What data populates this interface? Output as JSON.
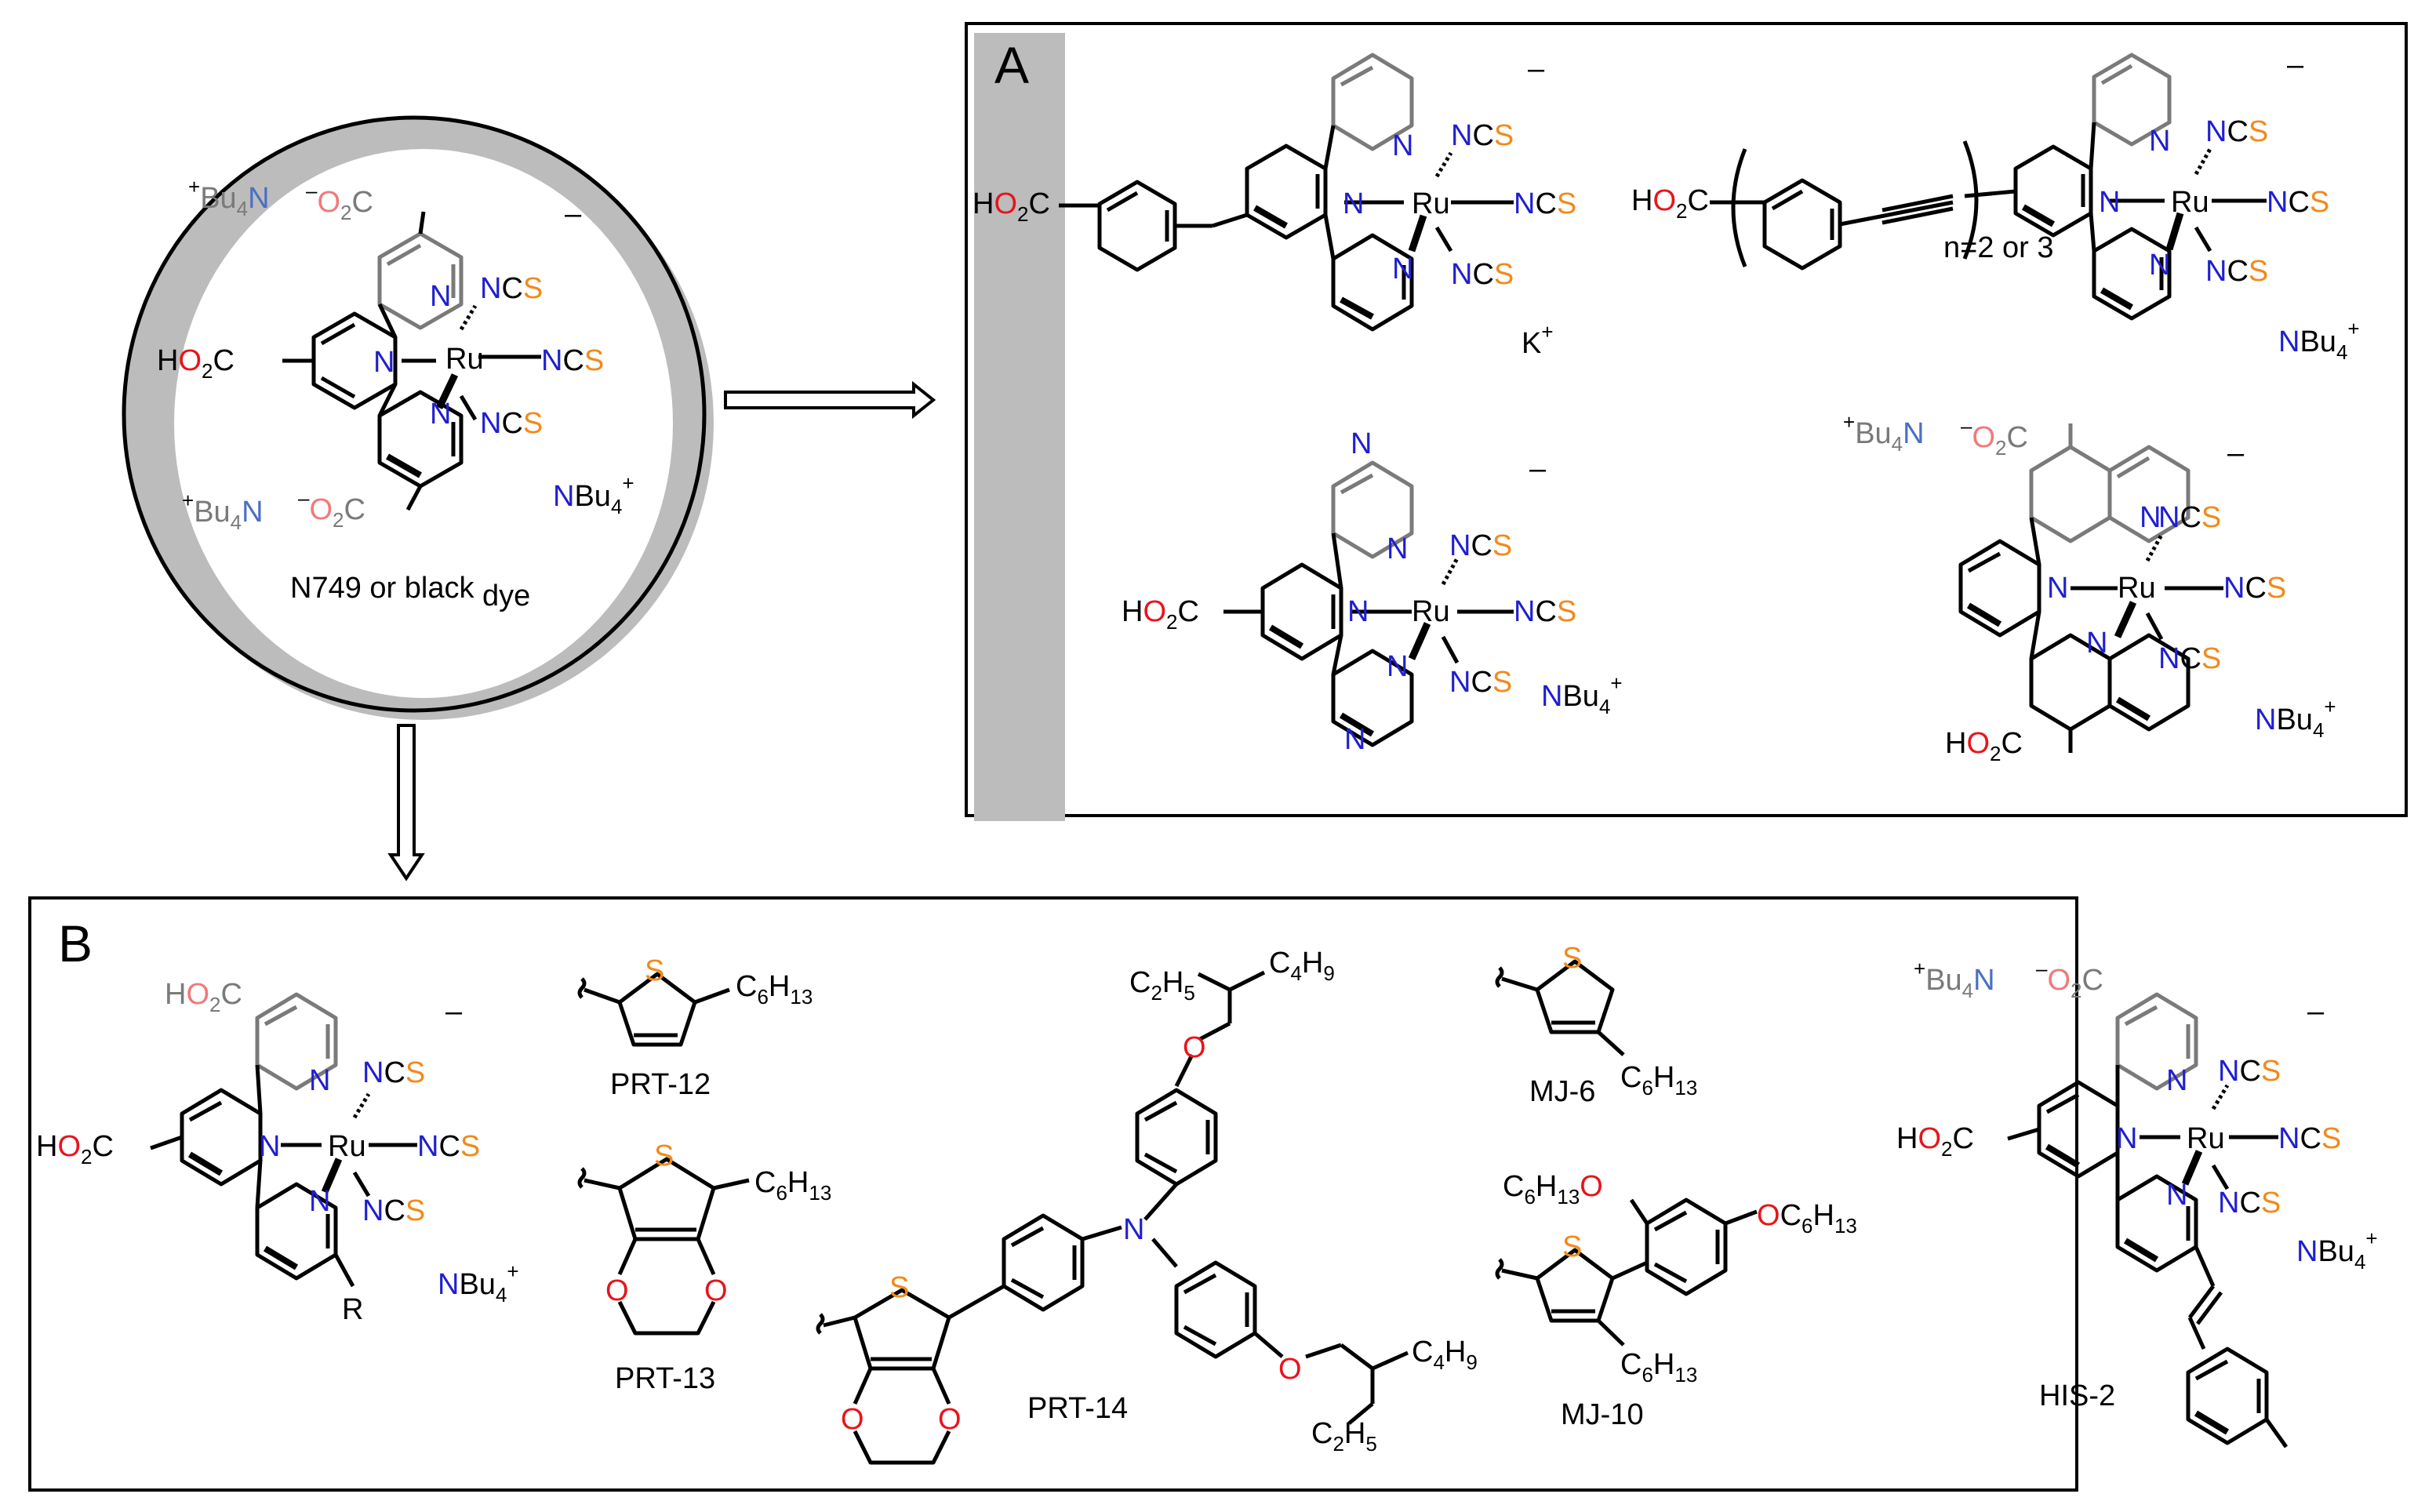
{
  "colors": {
    "nitrogen": "#1f1fd0",
    "nitrogen_muted": "#4a6fc4",
    "oxygen": "#e8141c",
    "oxygen_muted": "#f07a7a",
    "sulfur": "#f28a1a",
    "gray_text": "#7a7a7a",
    "shade": "#bcbcbc",
    "bond": "#000000"
  },
  "atoms": {
    "N": "N",
    "C": "C",
    "S": "S",
    "O": "O",
    "H": "H",
    "Ru": "Ru",
    "R": "R",
    "K": "K"
  },
  "glyphs": {
    "plus": "+",
    "minus": "–"
  },
  "digits": {
    "2": "2",
    "4": "4",
    "5": "5",
    "6": "6",
    "9": "9",
    "13": "13"
  },
  "labels": {
    "n749": "N749",
    "or_black": "or black",
    "dye": "dye",
    "panel_a": "A",
    "panel_b": "B",
    "n23": "n=2 or 3",
    "prt12": "PRT-12",
    "prt13": "PRT-13",
    "prt14": "PRT-14",
    "mj6": "MJ-6",
    "mj10": "MJ-10",
    "his2": "HIS-2"
  }
}
